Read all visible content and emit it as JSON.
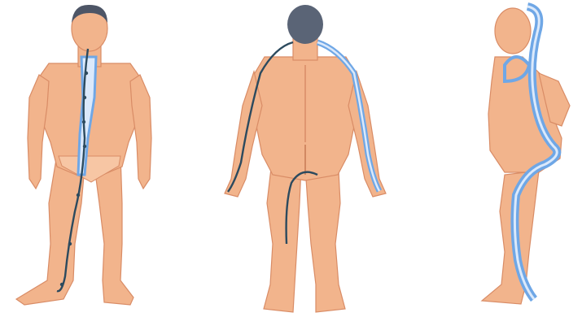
{
  "figures": [
    {
      "id": "front",
      "view": "front"
    },
    {
      "id": "back",
      "view": "back"
    },
    {
      "id": "side",
      "view": "side"
    }
  ],
  "colors": {
    "background": "#ffffff",
    "skin": "#f2b48c",
    "skin_shadow": "#d98c66",
    "hair": "#4d5566",
    "channel_blue": "#6fa7e6",
    "channel_light": "#dbe9fb",
    "channel_dark": "#2c4a5e"
  }
}
